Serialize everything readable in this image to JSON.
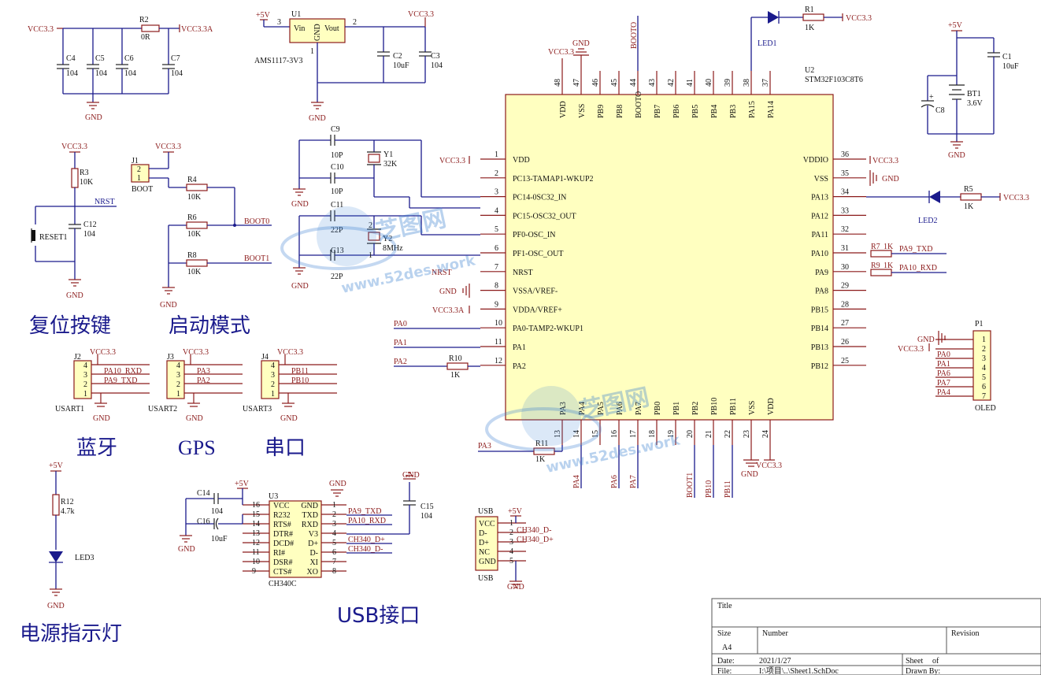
{
  "mcu": {
    "ref": "U2",
    "part": "STM32F103C8T6",
    "left_pins": [
      {
        "num": "1",
        "name": "VDD",
        "net": "VCC3.3"
      },
      {
        "num": "2",
        "name": "PC13-TAMAP1-WKUP2",
        "net": ""
      },
      {
        "num": "3",
        "name": "PC14-0SC32_IN",
        "net": ""
      },
      {
        "num": "4",
        "name": "PC15-OSC32_OUT",
        "net": ""
      },
      {
        "num": "5",
        "name": "PF0-OSC_IN",
        "net": ""
      },
      {
        "num": "6",
        "name": "PF1-OSC_OUT",
        "net": ""
      },
      {
        "num": "7",
        "name": "NRST",
        "net": "NRST"
      },
      {
        "num": "8",
        "name": "VSSA/VREF-",
        "net": "GND"
      },
      {
        "num": "9",
        "name": "VDDA/VREF+",
        "net": "VCC3.3A"
      },
      {
        "num": "10",
        "name": "PA0-TAMP2-WKUP1",
        "net": "PA0"
      },
      {
        "num": "11",
        "name": "PA1",
        "net": "PA1"
      },
      {
        "num": "12",
        "name": "PA2",
        "net": "PA2"
      }
    ],
    "right_pins": [
      {
        "num": "36",
        "name": "VDDIO",
        "net": "VCC3.3"
      },
      {
        "num": "35",
        "name": "VSS",
        "net": "GND"
      },
      {
        "num": "34",
        "name": "PA13",
        "net": ""
      },
      {
        "num": "33",
        "name": "PA12",
        "net": ""
      },
      {
        "num": "32",
        "name": "PA11",
        "net": ""
      },
      {
        "num": "31",
        "name": "PA10",
        "net": "PA9_TXD"
      },
      {
        "num": "30",
        "name": "PA9",
        "net": "PA10_RXD"
      },
      {
        "num": "29",
        "name": "PA8",
        "net": ""
      },
      {
        "num": "28",
        "name": "PB15",
        "net": ""
      },
      {
        "num": "27",
        "name": "PB14",
        "net": ""
      },
      {
        "num": "26",
        "name": "PB13",
        "net": ""
      },
      {
        "num": "25",
        "name": "PB12",
        "net": ""
      }
    ],
    "top_pins": [
      {
        "num": "48",
        "name": "VDD"
      },
      {
        "num": "47",
        "name": "VSS"
      },
      {
        "num": "46",
        "name": "PB9"
      },
      {
        "num": "45",
        "name": "PB8"
      },
      {
        "num": "44",
        "name": "BOOTO"
      },
      {
        "num": "43",
        "name": "PB7"
      },
      {
        "num": "42",
        "name": "PB6"
      },
      {
        "num": "41",
        "name": "PB5"
      },
      {
        "num": "40",
        "name": "PB4"
      },
      {
        "num": "39",
        "name": "PB3"
      },
      {
        "num": "38",
        "name": "PA15"
      },
      {
        "num": "37",
        "name": "PA14"
      }
    ],
    "bottom_pins": [
      {
        "num": "13",
        "name": "PA3"
      },
      {
        "num": "14",
        "name": "PA4"
      },
      {
        "num": "15",
        "name": "PA5"
      },
      {
        "num": "16",
        "name": "PA6"
      },
      {
        "num": "17",
        "name": "PA7"
      },
      {
        "num": "18",
        "name": "PB0"
      },
      {
        "num": "19",
        "name": "PB1"
      },
      {
        "num": "20",
        "name": "PB2"
      },
      {
        "num": "21",
        "name": "PB10"
      },
      {
        "num": "22",
        "name": "PB11"
      },
      {
        "num": "23",
        "name": "VSS"
      },
      {
        "num": "24",
        "name": "VDD"
      }
    ],
    "bottom_nets": [
      "PA3",
      "PA4",
      "PA6",
      "PA7",
      "BOOT1",
      "PB10",
      "PB11",
      "GND",
      "VCC3.3"
    ]
  },
  "sections": {
    "reset": "复位按键",
    "boot": "启动模式",
    "bluetooth": "蓝牙",
    "gps": "GPS",
    "serial": "串口",
    "power_led": "电源指示灯",
    "usb": "USB接口"
  },
  "regulator": {
    "ref": "U1",
    "part": "AMS1117-3V3",
    "vin": "Vin",
    "gnd": "GND",
    "vout": "Vout",
    "in_net": "+5V",
    "out_net": "VCC3.3",
    "p3": "3",
    "p2": "2",
    "p1": "1",
    "c2": "C2",
    "c2v": "10uF",
    "c3": "C3",
    "c3v": "104"
  },
  "decoupling": {
    "net_in": "VCC3.3",
    "net_out": "VCC3.3A",
    "r2": "R2",
    "r2v": "0R",
    "caps": [
      "C4",
      "C5",
      "C6",
      "C7"
    ],
    "capv": "104"
  },
  "nets": {
    "gnd": "GND",
    "vcc33": "VCC3.3",
    "vcc33a": "VCC3.3A",
    "p5v": "+5V",
    "nrst": "NRST",
    "boot0": "BOOT0",
    "boot1": "BOOT1",
    "booto_top": "BOOTO"
  },
  "reset_block": {
    "r3": "R3",
    "r3v": "10K",
    "c12": "C12",
    "c12v": "104",
    "sw": "RESET1"
  },
  "boot_block": {
    "j1": "J1",
    "j1n": "BOOT",
    "pin2": "2",
    "pin1": "1",
    "r4": "R4",
    "r6": "R6",
    "r8": "R8",
    "rv": "10K"
  },
  "crystals": {
    "c9": "C9",
    "c10": "C10",
    "c11": "C11",
    "c13": "C13",
    "c9v": "10P",
    "c10v": "10P",
    "c11v": "22P",
    "c13v": "22P",
    "y1": "Y1",
    "y1v": "32K",
    "y2": "Y2",
    "y2v": "8MHz",
    "y2p2": "2",
    "y2p1": "1"
  },
  "leds": {
    "r1": "R1",
    "r1v": "1K",
    "led1": "LED1",
    "r5": "R5",
    "r5v": "1K",
    "led2": "LED2",
    "r12": "R12",
    "r12v": "4.7k",
    "led3": "LED3"
  },
  "uart_nets": {
    "pa9": "PA9_TXD",
    "pa10": "PA10_RXD",
    "r7": "R7",
    "r9": "R9",
    "rkv": "1K",
    "r10": "R10",
    "r11": "R11"
  },
  "battery": {
    "c1": "C1",
    "c1v": "10uF",
    "bt1": "BT1",
    "bt1v": "3.6V",
    "c8": "C8"
  },
  "oled": {
    "ref": "P1",
    "name": "OLED",
    "pins": [
      "1",
      "2",
      "3",
      "4",
      "5",
      "6",
      "7"
    ],
    "nets": [
      "GND",
      "VCC3.3",
      "PA0",
      "PA1",
      "PA6",
      "PA7",
      "PA4"
    ]
  },
  "headers": [
    {
      "ref": "J2",
      "name": "USART1",
      "nets": [
        "VCC3.3",
        "PA10_RXD",
        "PA9_TXD",
        "GND"
      ]
    },
    {
      "ref": "J3",
      "name": "USART2",
      "nets": [
        "VCC3.3",
        "PA3",
        "PA2",
        "GND"
      ]
    },
    {
      "ref": "J4",
      "name": "USART3",
      "nets": [
        "VCC3.3",
        "PB11",
        "PB10",
        "GND"
      ]
    }
  ],
  "ch340": {
    "ref": "U3",
    "part": "CH340C",
    "left": [
      [
        "16",
        "VCC"
      ],
      [
        "15",
        "R232"
      ],
      [
        "14",
        "RTS#"
      ],
      [
        "13",
        "DTR#"
      ],
      [
        "12",
        "DCD#"
      ],
      [
        "11",
        "RI#"
      ],
      [
        "10",
        "DSR#"
      ],
      [
        "9",
        "CTS#"
      ]
    ],
    "right": [
      [
        "1",
        "GND"
      ],
      [
        "2",
        "TXD"
      ],
      [
        "3",
        "RXD"
      ],
      [
        "4",
        "V3"
      ],
      [
        "5",
        "D+"
      ],
      [
        "6",
        "D-"
      ],
      [
        "7",
        "XI"
      ],
      [
        "8",
        "XO"
      ]
    ],
    "nets": {
      "txd": "PA9_TXD",
      "rxd": "PA10_RXD",
      "dp": "CH340_D+",
      "dm": "CH340_D-"
    },
    "c14": "C14",
    "c14v": "104",
    "c16": "C16",
    "c16v": "10uF",
    "c15": "C15",
    "c15v": "104"
  },
  "usb": {
    "ref": "USB",
    "pins": [
      [
        "1",
        "VCC"
      ],
      [
        "2",
        "D-"
      ],
      [
        "3",
        "D+"
      ],
      [
        "4",
        "NC"
      ],
      [
        "5",
        "GND"
      ]
    ],
    "dm": "CH340_D-",
    "dp": "CH340_D+"
  },
  "title_block": {
    "title": "Title",
    "size": "Size",
    "size_val": "A4",
    "number": "Number",
    "revision": "Revision",
    "date_label": "Date:",
    "date": "2021/1/27",
    "file_label": "File:",
    "file": "I:\\项目\\..\\Sheet1.SchDoc",
    "sheet": "Sheet",
    "of": "of",
    "drawn": "Drawn By:"
  },
  "watermark": {
    "text": "芝图网",
    "url": "www.52des.work"
  }
}
